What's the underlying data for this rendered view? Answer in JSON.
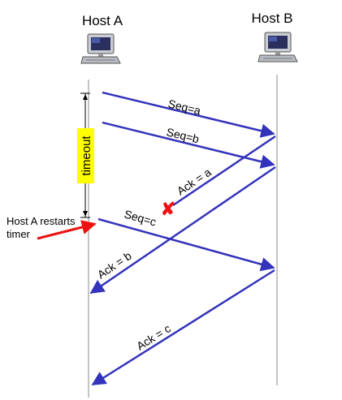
{
  "hosts": {
    "a": {
      "label": "Host A",
      "icon": "computer-icon"
    },
    "b": {
      "label": "Host B",
      "icon": "computer-icon"
    }
  },
  "messages": {
    "seq_a": "Seq=a",
    "seq_b": "Seq=b",
    "ack_a": "Ack = a",
    "seq_c": "Seq=c",
    "ack_b": "Ack = b",
    "ack_c": "Ack = c"
  },
  "timeout": {
    "label": "timeout",
    "highlight_color": "#ffff00"
  },
  "note": {
    "line1": "Host A restarts",
    "line2": "timer",
    "arrow_color": "#ee1111"
  },
  "lost_marker": {
    "symbol": "✘",
    "color": "#ee1111"
  },
  "colors": {
    "arrow": "#3333bb",
    "timeline": "#888888"
  }
}
